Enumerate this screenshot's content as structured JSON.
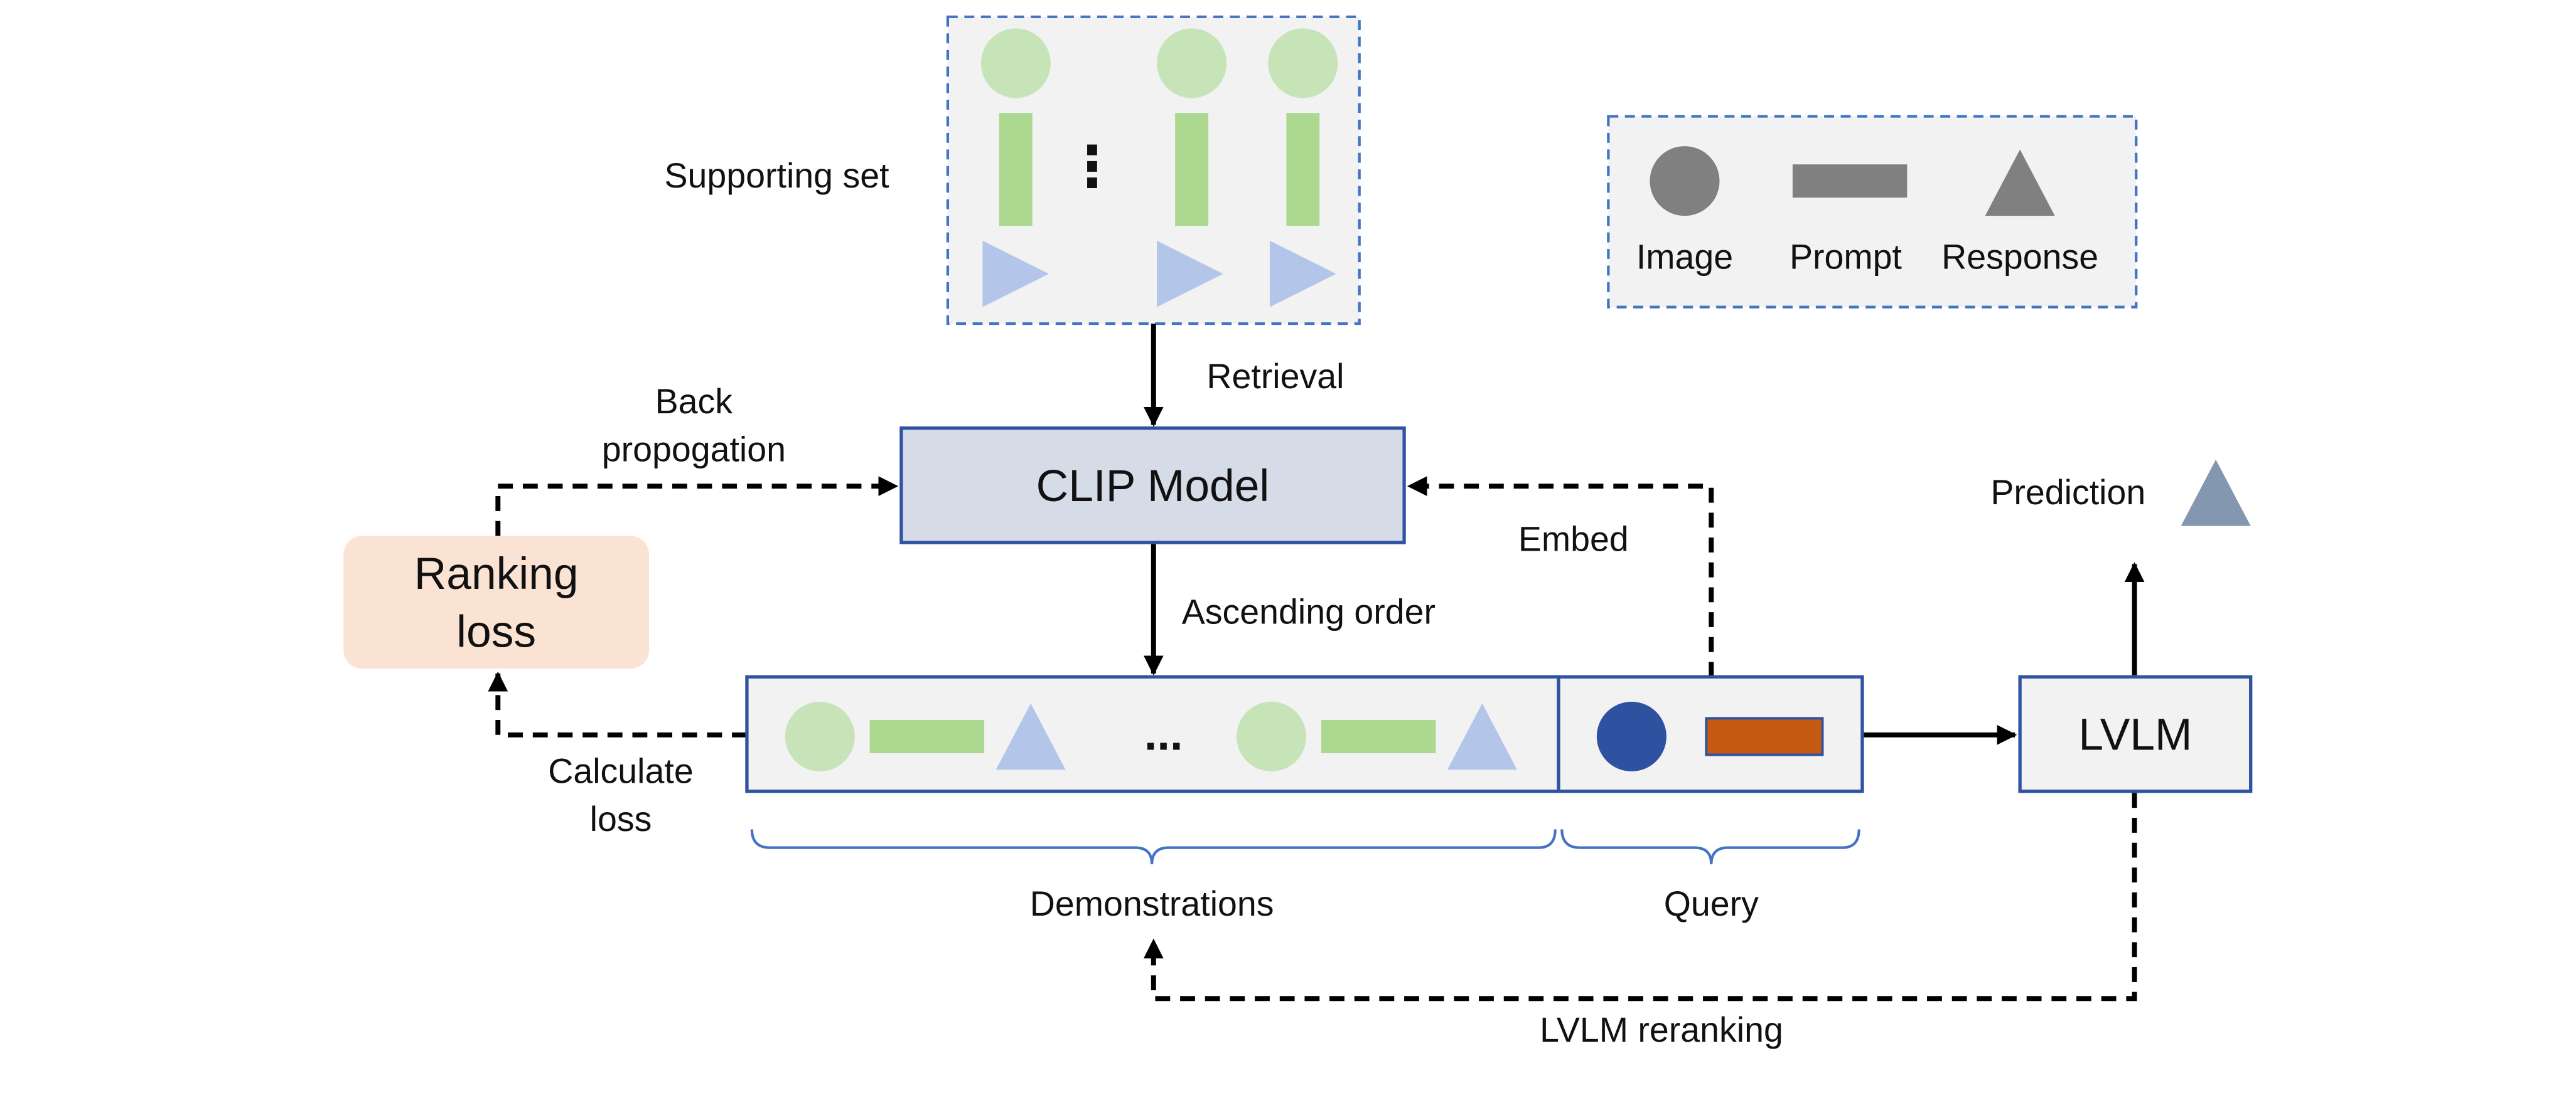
{
  "supporting_set": {
    "label": "Supporting set",
    "ellipsis": "⋮"
  },
  "legend": {
    "items": [
      {
        "label": "Image",
        "icon": "circle-icon"
      },
      {
        "label": "Prompt",
        "icon": "rectangle-icon"
      },
      {
        "label": "Response",
        "icon": "triangle-icon"
      }
    ]
  },
  "labels": {
    "retrieval": "Retrieval",
    "back_propagation": [
      "Back",
      "propogation"
    ],
    "embed": "Embed",
    "ascending_order": "Ascending order",
    "calculate_loss": [
      "Calculate",
      "loss"
    ],
    "prediction": "Prediction",
    "demonstrations": "Demonstrations",
    "query": "Query",
    "lvlm_reranking": "LVLM reranking",
    "demo_ellipsis": "..."
  },
  "boxes": {
    "clip_model": "CLIP Model",
    "ranking_loss": [
      "Ranking",
      "loss"
    ],
    "lvlm": "LVLM"
  },
  "colors": {
    "image_green": "#c7e4b9",
    "prompt_green": "#acd88f",
    "response_blue": "#b4c5ea",
    "legend_gray": "#808080",
    "clip_fill": "#d6dce7",
    "box_border": "#2f52a1",
    "ranking_fill": "#fbe3d4",
    "query_circle": "#2e52a0",
    "query_rect": "#c55a11",
    "prediction_triangle": "#8497b0",
    "dashed_border": "#4472c4",
    "panel_fill": "#f2f2f2"
  }
}
